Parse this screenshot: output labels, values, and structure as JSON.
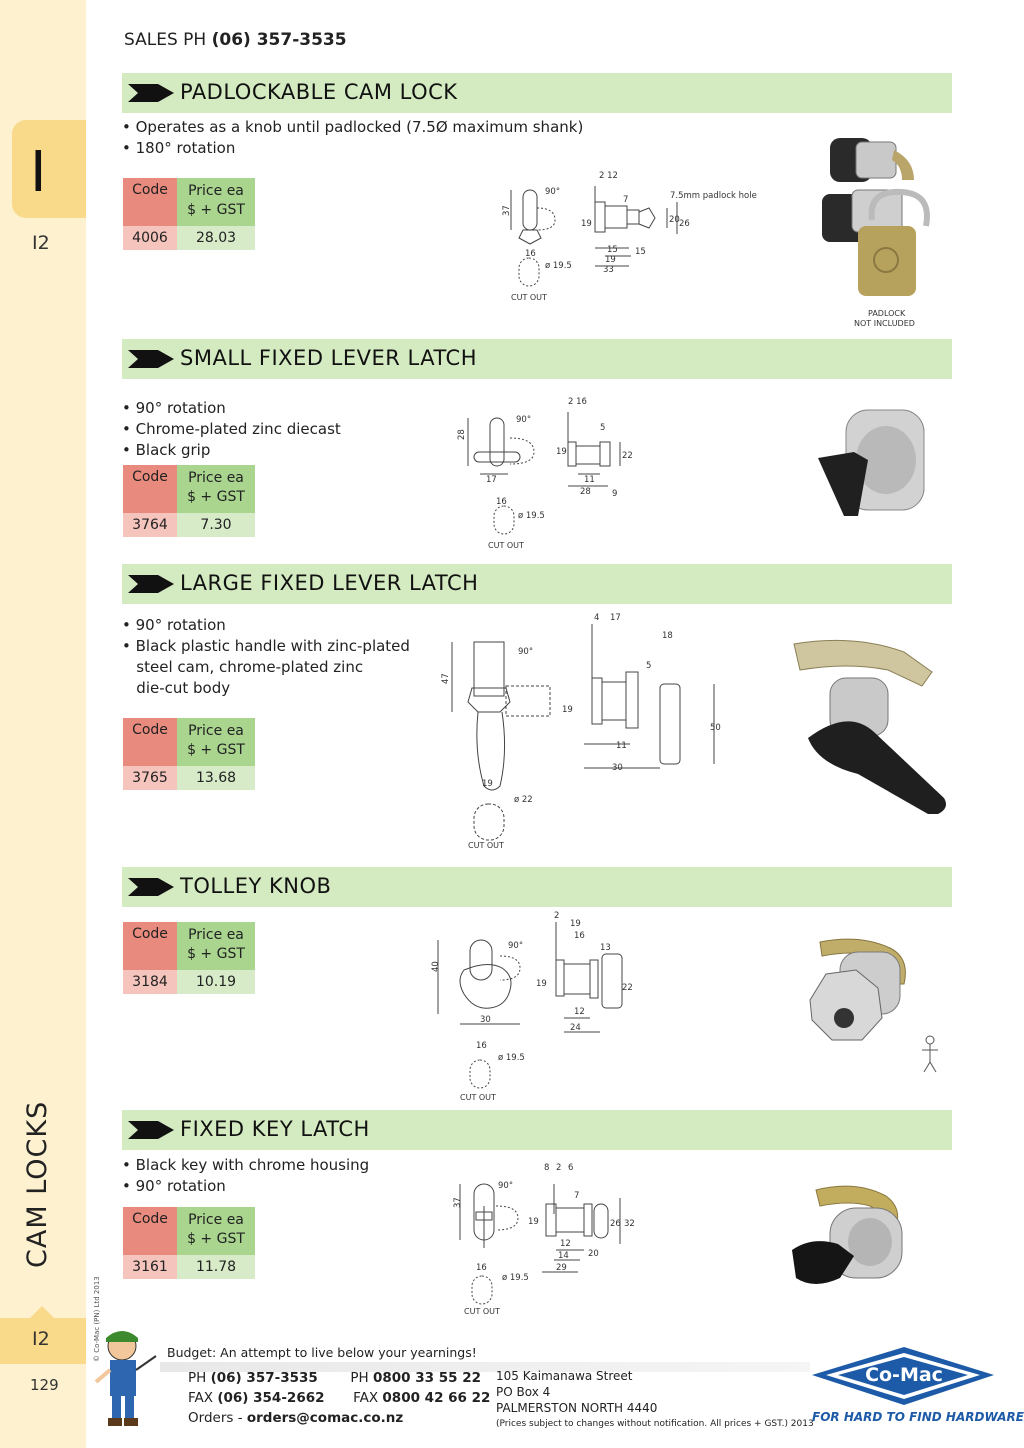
{
  "sidebar": {
    "tab_letter": "I",
    "tab_code": "I2",
    "section_title": "CAM LOCKS",
    "copyright": "© Co-Mac (PN) Ltd 2013",
    "bottom_code": "I2",
    "page_number": "129"
  },
  "header": {
    "sales_label": "SALES  PH",
    "sales_phone": "(06) 357-3535"
  },
  "price_headers": {
    "code": "Code",
    "price_line1": "Price ea",
    "price_line2": "$ + GST"
  },
  "products": [
    {
      "title": "PADLOCKABLE CAM LOCK",
      "bullets": [
        "• Operates as a knob until padlocked (7.5Ø maximum shank)",
        "• 180° rotation"
      ],
      "code": "4006",
      "price": "28.03",
      "cut_out": "CUT OUT",
      "dims": {
        "a": "37",
        "b": "90°",
        "c": "2 12",
        "d": "7",
        "e": "7.5mm padlock hole",
        "f": "19",
        "g": "20",
        "h": "26",
        "i": "15",
        "j": "19",
        "k": "15",
        "l": "33",
        "m": "16",
        "n": "ø 19.5"
      },
      "photo_caption_1": "PADLOCK",
      "photo_caption_2": "NOT INCLUDED"
    },
    {
      "title": "SMALL FIXED LEVER LATCH",
      "bullets": [
        "• 90° rotation",
        "• Chrome-plated zinc diecast",
        "• Black grip"
      ],
      "code": "3764",
      "price": "7.30",
      "cut_out": "CUT OUT",
      "dims": {
        "a": "28",
        "b": "90°",
        "c": "2 16",
        "d": "5",
        "e": "19",
        "f": "22",
        "g": "17",
        "h": "11",
        "i": "28",
        "j": "9",
        "k": "16",
        "l": "ø 19.5"
      }
    },
    {
      "title": "LARGE FIXED LEVER LATCH",
      "bullets": [
        "• 90° rotation",
        "• Black plastic handle with zinc-plated",
        "   steel cam, chrome-plated zinc",
        "   die-cut body"
      ],
      "code": "3765",
      "price": "13.68",
      "cut_out": "CUT OUT",
      "dims": {
        "a": "47",
        "b": "90°",
        "c": "4",
        "d": "17",
        "e": "18",
        "f": "5",
        "g": "19",
        "h": "50",
        "i": "11",
        "j": "30",
        "k": "19",
        "l": "ø 22"
      }
    },
    {
      "title": "TOLLEY KNOB",
      "bullets": [],
      "code": "3184",
      "price": "10.19",
      "cut_out": "CUT OUT",
      "dims": {
        "a": "40",
        "b": "90°",
        "c": "2",
        "d": "19",
        "e": "16",
        "f": "13",
        "g": "19",
        "h": "22",
        "i": "30",
        "j": "12",
        "k": "24",
        "l": "16",
        "m": "ø 19.5"
      }
    },
    {
      "title": "FIXED KEY LATCH",
      "bullets": [
        "• Black key with chrome housing",
        "• 90° rotation"
      ],
      "code": "3161",
      "price": "11.78",
      "cut_out": "CUT OUT",
      "dims": {
        "a": "37",
        "b": "90°",
        "c": "8",
        "d": "2",
        "e": "6",
        "f": "7",
        "g": "19",
        "h": "26",
        "i": "32",
        "j": "12",
        "k": "14",
        "l": "20",
        "m": "29",
        "n": "16",
        "o": "ø 19.5"
      }
    }
  ],
  "footer": {
    "slogan": "Budget: An attempt to live below your yearnings!",
    "ph_label": "PH",
    "ph1": "(06) 357-3535",
    "fax_label": "FAX",
    "fax1": "(06) 354-2662",
    "ph2_label": "PH",
    "ph2": "0800 33 55 22",
    "fax2_label": "FAX",
    "fax2": "0800 42 66 22",
    "orders_label": "Orders - ",
    "orders_email": "orders@comac.co.nz",
    "address1": "105 Kaimanawa Street",
    "address2": "PO Box 4",
    "address3": "PALMERSTON NORTH 4440",
    "fineprint": "(Prices subject to changes without notification.  All prices + GST.)  2013",
    "logo_text": "Co-Mac",
    "tagline": "FOR HARD TO FIND HARDWARE"
  }
}
